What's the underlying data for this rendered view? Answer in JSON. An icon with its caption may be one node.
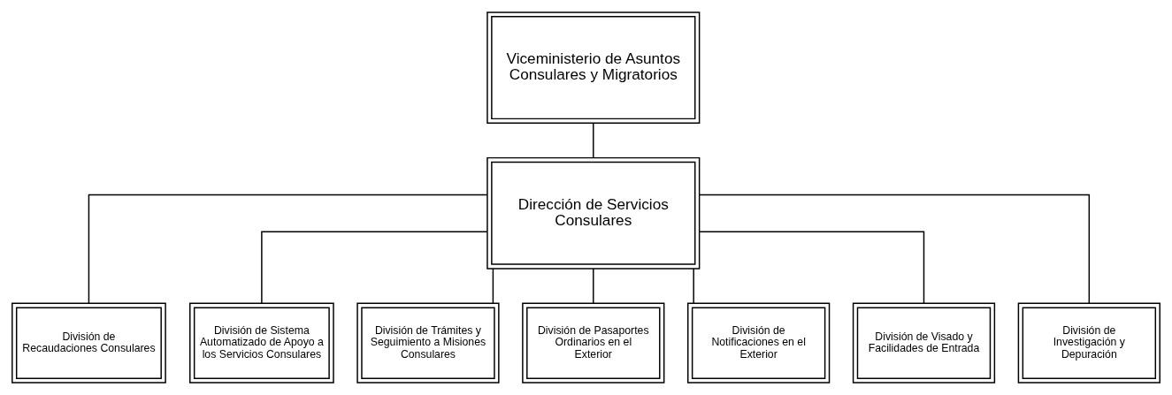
{
  "diagram": {
    "nodes": [
      {
        "text": [
          "Viceministerio de Asuntos Consulares y Migratorios"
        ]
      },
      {
        "text": [
          "Dirección de Servicios Consulares"
        ]
      },
      {
        "text": [
          "División de Recaudaciones Consulares"
        ]
      },
      {
        "text": [
          "División de Sistema Automatizado de Apoyo a los Servicios Consulares"
        ]
      },
      {
        "text": [
          "División de Trámites y Seguimiento a Misiones Consulares"
        ]
      },
      {
        "text": [
          "División de Pasaportes Ordinarios en el Exterior"
        ]
      },
      {
        "text": [
          "División de Notificaciones en el Exterior"
        ]
      },
      {
        "text": [
          "División de Visado y Facilidades de Entrada"
        ]
      },
      {
        "text": [
          "División de Investigación y Depuración"
        ]
      }
    ],
    "edges": [
      {
        "from": 0,
        "to": 1,
        "arrow": "none"
      },
      {
        "from": 1,
        "to": 2,
        "arrow": "none"
      },
      {
        "from": 1,
        "to": 3,
        "arrow": "none"
      },
      {
        "from": 1,
        "to": 4,
        "arrow": "none"
      },
      {
        "from": 1,
        "to": 5,
        "arrow": "none"
      },
      {
        "from": 1,
        "to": 6,
        "arrow": "none"
      },
      {
        "from": 1,
        "to": 7,
        "arrow": "none"
      },
      {
        "from": 1,
        "to": 8,
        "arrow": "none"
      }
    ]
  }
}
